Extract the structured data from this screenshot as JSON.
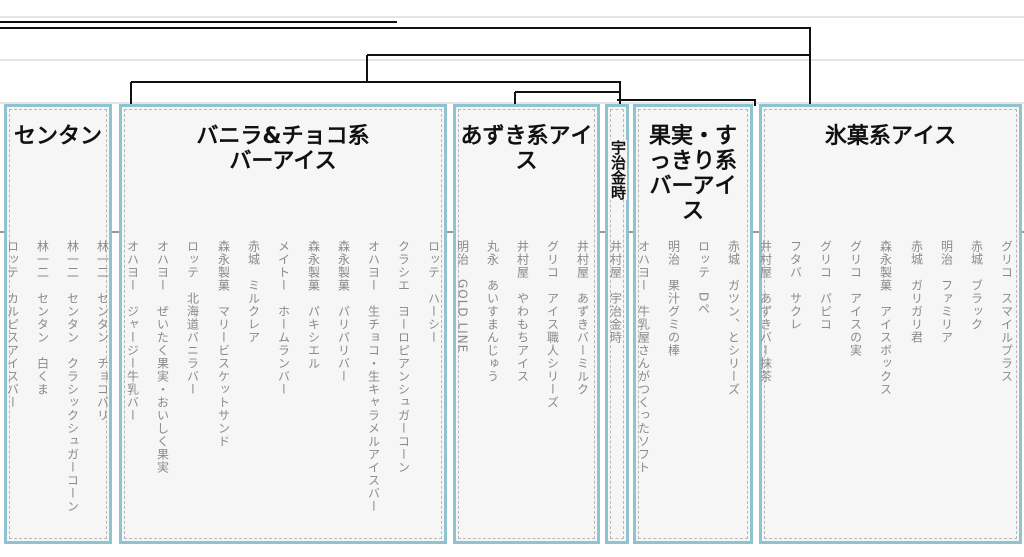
{
  "groups": [
    {
      "title": "センタン",
      "leaves": [
        "ロッテ　カルピスアイスバー",
        "林一二　センタン　白くま",
        "林一二　センタン　クラシックシュガーコーン",
        "林一二　センタン　チョコバリ"
      ]
    },
    {
      "title": "バニラ&チョコ系\nバーアイス",
      "leaves": [
        "オハヨー　ジャージー牛乳バー",
        "オハヨー　ぜいたく果実・おいしく果実",
        "ロッテ　北海道バニラバー",
        "森永製菓　マリービスケットサンド",
        "赤城　ミルクレア",
        "メイトー　ホームランバー",
        "森永製菓　パキシエル",
        "森永製菓　パリパリバー",
        "オハヨー　生チョコ・生キャラメルアイスバー",
        "クラシエ　ヨーロピアンシュガーコーン",
        "ロッテ　ハーシー"
      ]
    },
    {
      "title": "あずき系アイス",
      "leaves": [
        "明治　GOLD LINE",
        "丸永　あいすまんじゅう",
        "井村屋　やわもちアイス",
        "グリコ　アイス職人シリーズ",
        "井村屋　あずきバーミルク"
      ]
    },
    {
      "title": "宇治金時",
      "leaves": [
        "井村屋　宇治金時"
      ]
    },
    {
      "title": "果実・すっきり系\nバーアイス",
      "leaves": [
        "オハヨー　牛乳屋さんがつくったソフト",
        "明治　果汁グミの棒",
        "ロッテ　Dペ",
        "赤城　ガツン、とシリーズ"
      ]
    },
    {
      "title": "氷菓系アイス",
      "leaves": [
        "井村屋　あずきバー抹茶",
        "フタバ　サクレ",
        "グリコ　パピコ",
        "グリコ　アイスの実",
        "森永製菓　アイスボックス",
        "赤城　ガリガリ君",
        "明治　ファミリア",
        "赤城　ブラック",
        "グリコ　スマイルプラス"
      ]
    }
  ]
}
